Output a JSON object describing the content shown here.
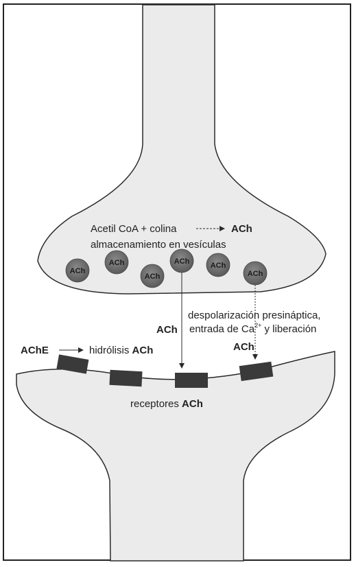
{
  "colors": {
    "cell": "#ebebeb",
    "outline": "#2a2a2a",
    "vesicle": "#6f6f6f",
    "receptor": "#3a3a3a",
    "text": "#222222"
  },
  "presynaptic": {
    "synthesis_left": "Acetil CoA + colina",
    "synthesis_product": "ACh",
    "storage": "almacenamiento en vesículas"
  },
  "vesicles": [
    "ACh",
    "ACh",
    "ACh",
    "ACh",
    "ACh",
    "ACh"
  ],
  "release": {
    "left_label": "ACh",
    "line1": "despolarización presináptica,",
    "line2_a": "entrada de Ca",
    "line2_sup": "2+",
    "line2_b": " y liberación",
    "right_label": "ACh"
  },
  "hydrolysis": {
    "enzyme": "AChE",
    "text": "hidrólisis",
    "product": "ACh"
  },
  "receptors": {
    "label": "receptores",
    "product": "ACh"
  },
  "icons": [
    "arrow-right-icon",
    "arrow-down-icon"
  ]
}
